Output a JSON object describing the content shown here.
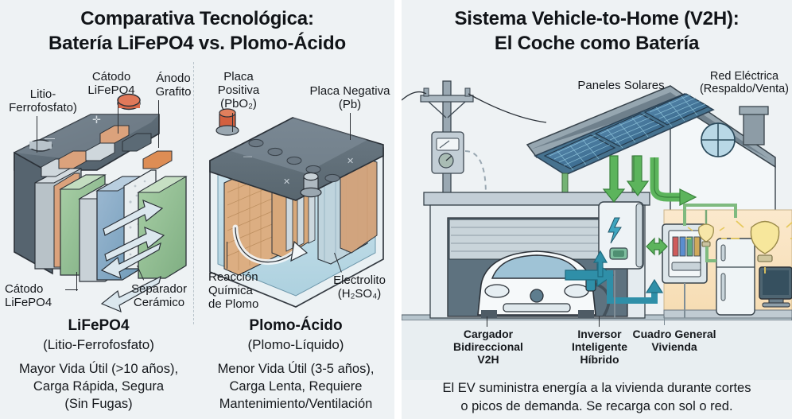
{
  "left_panel": {
    "title_line1": "Comparativa Tecnológica:",
    "title_line2": "Batería LiFePO4 vs. Plomo-Ácido",
    "lifepo4_labels": {
      "lithium_iron": "Litio-\nFerrofosfato)",
      "cathode_top": "Cátodo\nLiFePO4",
      "anode": "Ánodo\nGrafito",
      "cathode_bottom": "Cátodo\nLiFePO4",
      "separator": "Separador\nCerámico"
    },
    "lead_acid_labels": {
      "positive_plate": "Placa\nPositiva\n(PbO₂)",
      "negative_plate": "Placa Negativa\n(Pb)",
      "reaction": "Reacción\nQuímica\nde Plomo",
      "electrolyte": "Electrolito\n(H₂SO₄)"
    },
    "captions": [
      {
        "title": "LiFePO4",
        "subtitle": "(Litio-Ferrofosfato)",
        "body": "Mayor Vida Útil (>10 años),\nCarga Rápida, Segura\n(Sin Fugas)"
      },
      {
        "title": "Plomo-Ácido",
        "subtitle": "(Plomo-Líquido)",
        "body": "Menor Vida Útil (3-5 años),\nCarga Lenta, Requiere\nMantenimiento/Ventilación"
      }
    ]
  },
  "right_panel": {
    "title_line1": "Sistema Vehicle-to-Home (V2H):",
    "title_line2": "El Coche como Batería",
    "labels": {
      "solar_panels": "Paneles Solares",
      "grid": "Red Eléctrica\n(Respaldo/Venta)",
      "charger": "Cargador\nBidireccional\nV2H",
      "inverter": "Inversor\nInteligente\nHíbrido",
      "panel_board": "Cuadro General\nVivienda"
    },
    "caption": "El EV suministra energía a la vivienda durante cortes\no picos de demanda. Se recarga con sol o red."
  },
  "colors": {
    "background": "#eef2f4",
    "text": "#15181c",
    "solar_green_arrow": "#56b356",
    "ev_blue_arrow": "#2f8fa8",
    "cathode_orange": "#d98b5f",
    "anode_green": "#7fae7f",
    "battery_case_slate": "#5b6a75",
    "electrolyte_blue": "#9fd0e0",
    "house_wall_warm": "#f7e3c4",
    "lead_plate_tan": "#d9a878"
  }
}
